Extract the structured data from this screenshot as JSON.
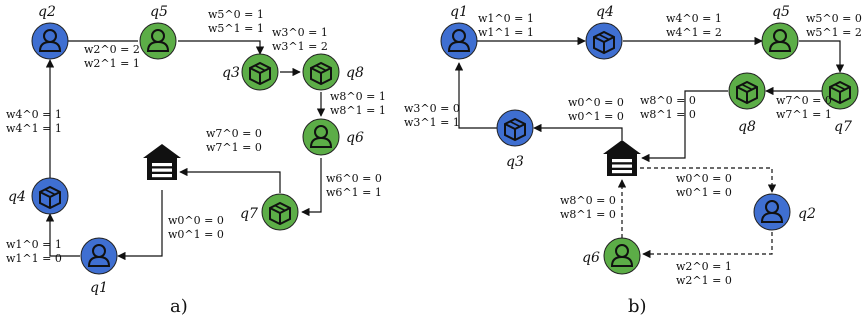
{
  "colors": {
    "blue_node": "#3f6fd1",
    "green_node": "#5cad47",
    "stroke": "#222222",
    "line": "#111111"
  },
  "panel_a": {
    "label": "a)",
    "nodes": {
      "q1": "q1",
      "q2": "q2",
      "q3": "q3",
      "q4": "q4",
      "q5": "q5",
      "q6": "q6",
      "q7": "q7",
      "q8": "q8"
    },
    "weights": {
      "q2": [
        "w2^0 = 2",
        "w2^1 = 1"
      ],
      "q5": [
        "w5^0 = 1",
        "w5^1 = 1"
      ],
      "q3": [
        "w3^0 = 1",
        "w3^1 = 2"
      ],
      "q8": [
        "w8^0 = 1",
        "w8^1 = 1"
      ],
      "q6": [
        "w6^0 = 0",
        "w6^1 = 1"
      ],
      "q7": [
        "w7^0 = 0",
        "w7^1 = 0"
      ],
      "q4": [
        "w4^0 = 1",
        "w4^1 = 1"
      ],
      "q1": [
        "w1^0 = 1",
        "w1^1 = 0"
      ],
      "q0": [
        "w0^0 = 0",
        "w0^1 = 0"
      ]
    }
  },
  "panel_b": {
    "label": "b)",
    "nodes": {
      "q1": "q1",
      "q2": "q2",
      "q3": "q3",
      "q4": "q4",
      "q5": "q5",
      "q6": "q6",
      "q7": "q7",
      "q8": "q8"
    },
    "weights": {
      "q1": [
        "w1^0 = 1",
        "w1^1 = 1"
      ],
      "q4": [
        "w4^0 = 1",
        "w4^1 = 2"
      ],
      "q5": [
        "w5^0 = 0",
        "w5^1 = 2"
      ],
      "q7": [
        "w7^0 = 0",
        "w7^1 = 1"
      ],
      "q8": [
        "w8^0 = 0",
        "w8^1 = 0"
      ],
      "q0": [
        "w0^0 = 0",
        "w0^1 = 0"
      ],
      "q3": [
        "w3^0 = 0",
        "w3^1 = 1"
      ],
      "q0_dash": [
        "w0^0 = 0",
        "w0^1 = 0"
      ],
      "q6_in": [
        "w8^0 = 0",
        "w8^1 = 0"
      ],
      "q2": [
        "w2^0 = 1",
        "w2^1 = 0"
      ]
    }
  }
}
